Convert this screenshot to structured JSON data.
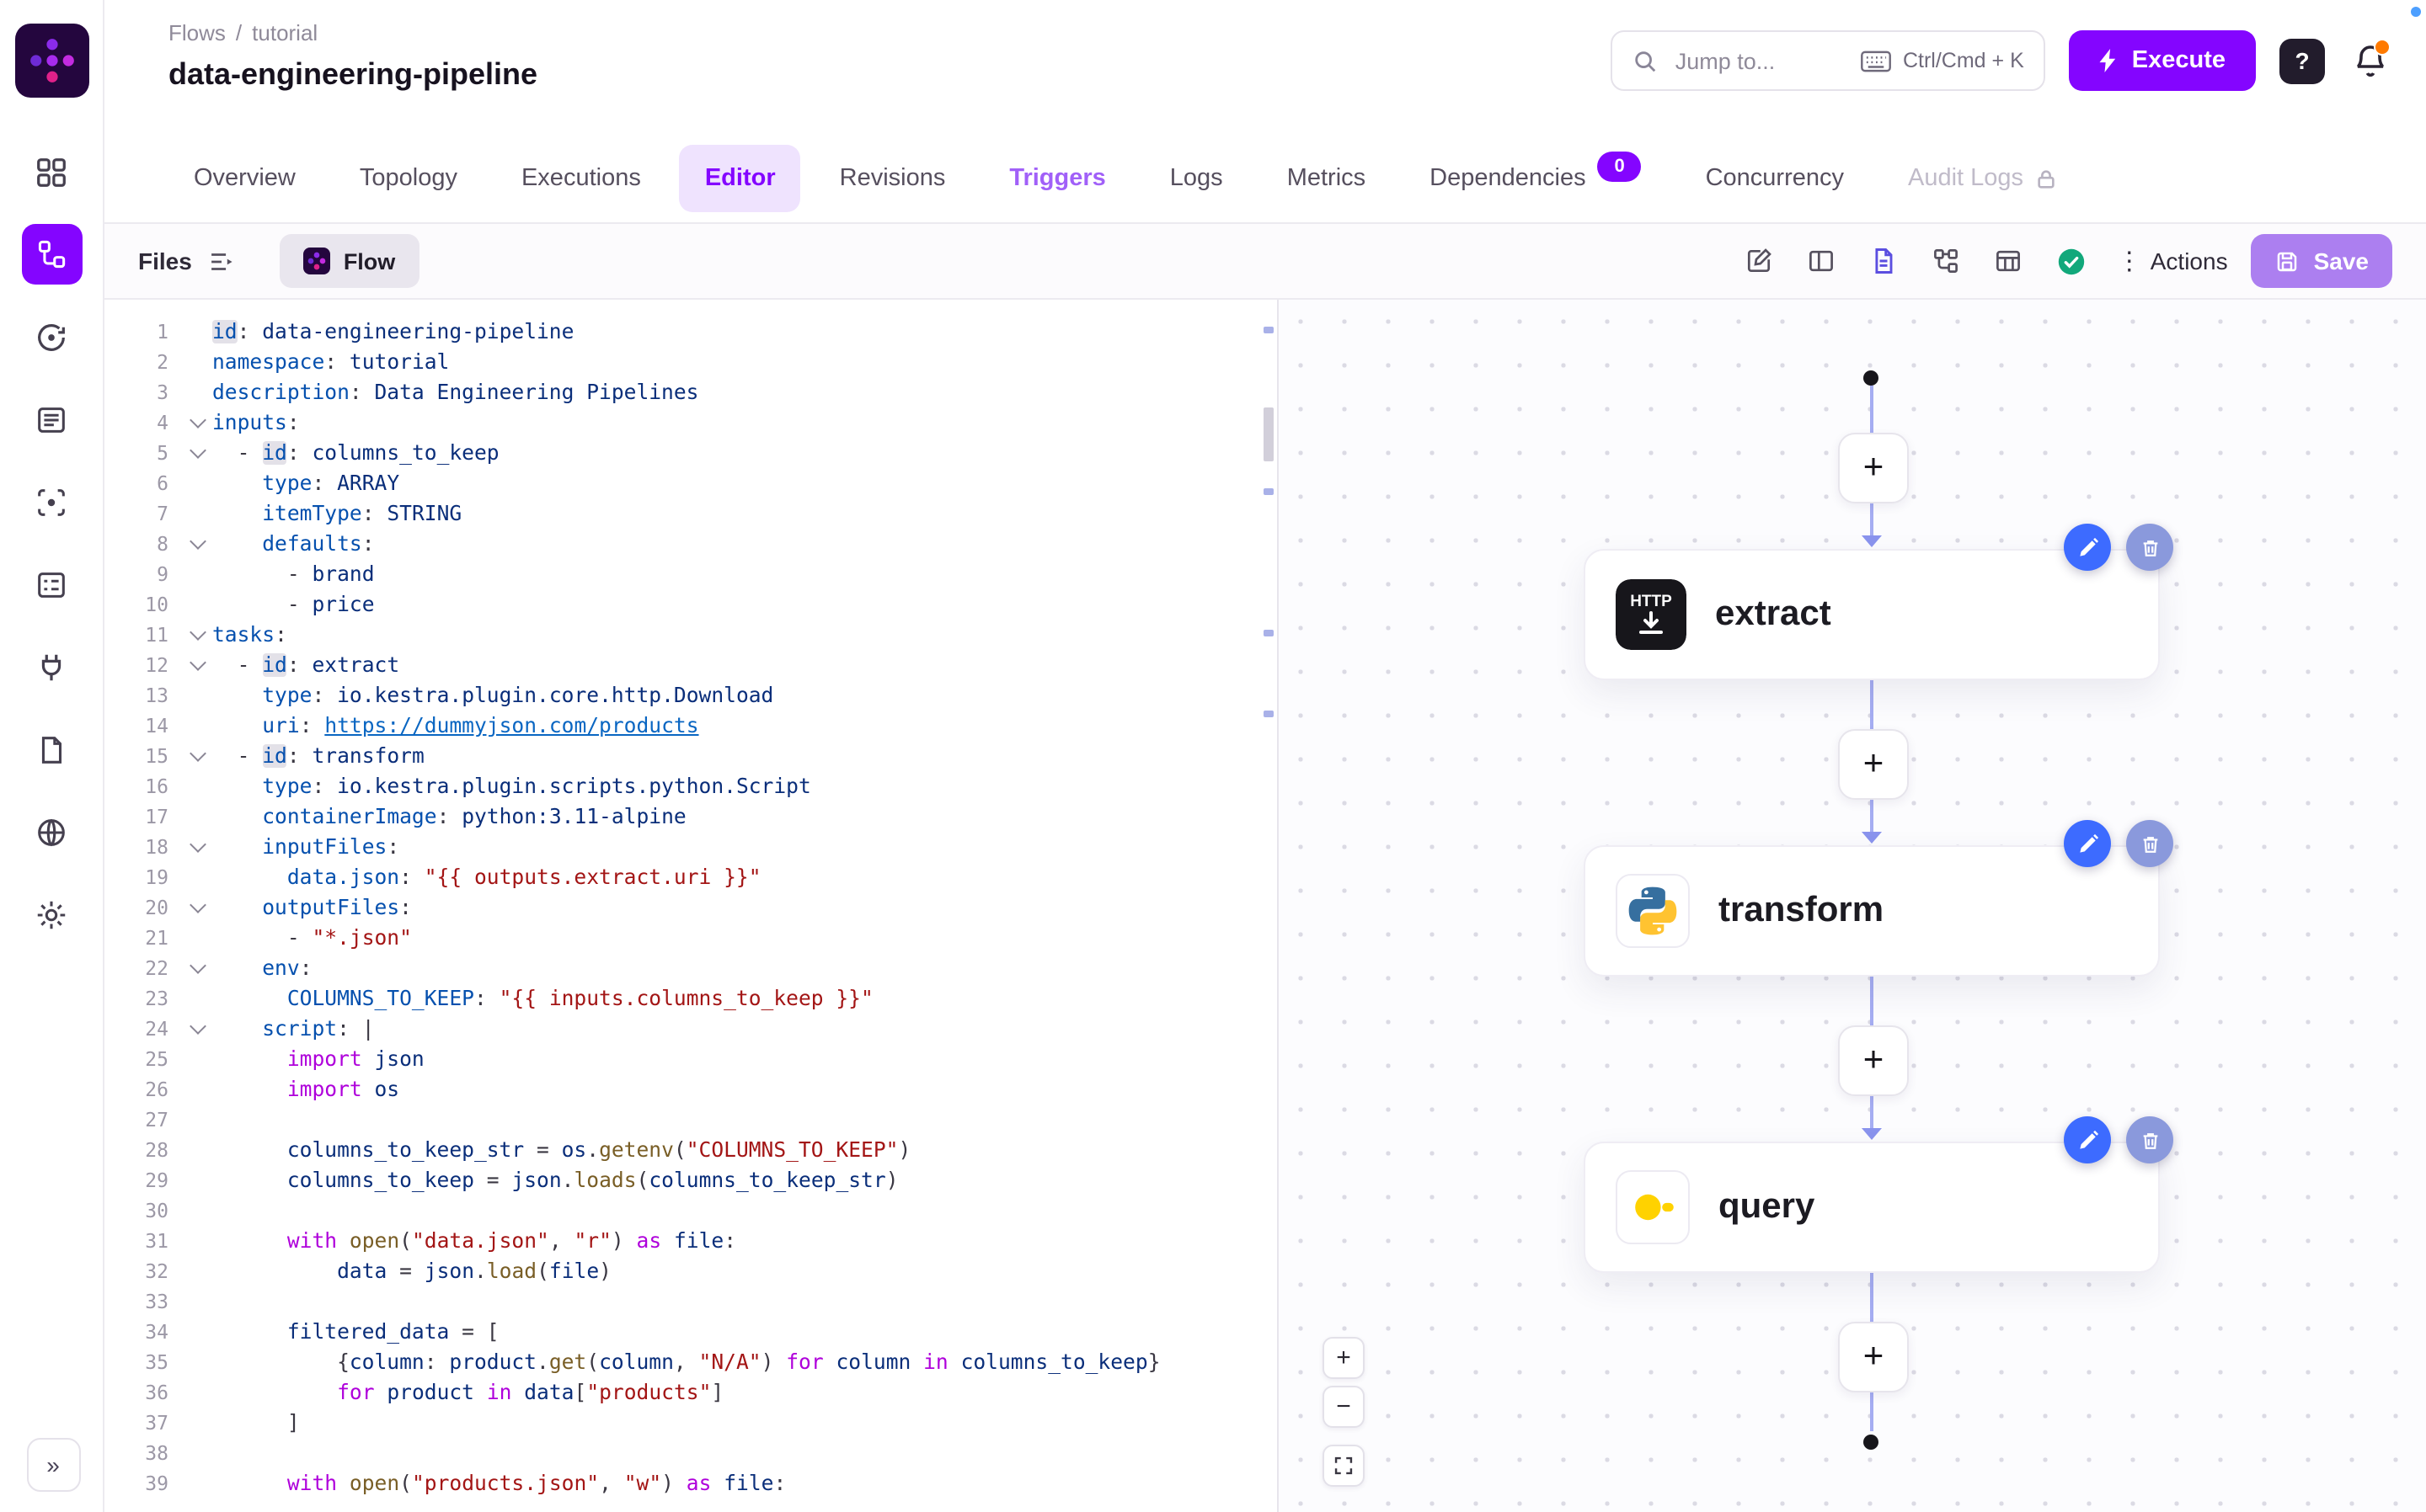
{
  "app": {
    "accent": "#8405FF"
  },
  "header": {
    "breadcrumb": [
      "Flows",
      "tutorial"
    ],
    "title": "data-engineering-pipeline",
    "search": {
      "placeholder": "Jump to...",
      "shortcut": "Ctrl/Cmd + K"
    },
    "execute_label": "Execute",
    "help_label": "?"
  },
  "sidebar": {
    "items": [
      {
        "name": "dashboard",
        "icon": "dashboard"
      },
      {
        "name": "flows",
        "icon": "flows",
        "active": true
      },
      {
        "name": "executions",
        "icon": "executions"
      },
      {
        "name": "logs",
        "icon": "logs"
      },
      {
        "name": "tests",
        "icon": "tests"
      },
      {
        "name": "namespaces",
        "icon": "namespaces"
      },
      {
        "name": "plugins",
        "icon": "plugins"
      },
      {
        "name": "docs",
        "icon": "docs"
      },
      {
        "name": "instance",
        "icon": "instance"
      },
      {
        "name": "settings",
        "icon": "settings"
      }
    ]
  },
  "tabs": [
    {
      "label": "Overview"
    },
    {
      "label": "Topology"
    },
    {
      "label": "Executions"
    },
    {
      "label": "Editor",
      "active": true
    },
    {
      "label": "Revisions"
    },
    {
      "label": "Triggers",
      "highlight": true
    },
    {
      "label": "Logs"
    },
    {
      "label": "Metrics"
    },
    {
      "label": "Dependencies",
      "badge": "0"
    },
    {
      "label": "Concurrency"
    },
    {
      "label": "Audit Logs",
      "locked": true
    }
  ],
  "toolbar": {
    "files_label": "Files",
    "flow_tab_label": "Flow",
    "actions_label": "Actions",
    "save_label": "Save",
    "icons": [
      "edit-file",
      "split-view",
      "file-active",
      "tree-view",
      "table-view",
      "valid-check"
    ]
  },
  "editor": {
    "lines": [
      {
        "n": 1,
        "t": [
          [
            "hl",
            "id"
          ],
          [
            "p",
            ": "
          ],
          [
            "v",
            "data-engineering-pipeline"
          ]
        ]
      },
      {
        "n": 2,
        "t": [
          [
            "k",
            "namespace"
          ],
          [
            "p",
            ": "
          ],
          [
            "v",
            "tutorial"
          ]
        ]
      },
      {
        "n": 3,
        "t": [
          [
            "k",
            "description"
          ],
          [
            "p",
            ": "
          ],
          [
            "v",
            "Data Engineering Pipelines"
          ]
        ]
      },
      {
        "n": 4,
        "fold": true,
        "t": [
          [
            "k",
            "inputs"
          ],
          [
            "p",
            ":"
          ]
        ]
      },
      {
        "n": 5,
        "fold": true,
        "t": [
          [
            "p",
            "  - "
          ],
          [
            "hl",
            "id"
          ],
          [
            "p",
            ": "
          ],
          [
            "v",
            "columns_to_keep"
          ]
        ]
      },
      {
        "n": 6,
        "t": [
          [
            "p",
            "    "
          ],
          [
            "k",
            "type"
          ],
          [
            "p",
            ": "
          ],
          [
            "v",
            "ARRAY"
          ]
        ]
      },
      {
        "n": 7,
        "t": [
          [
            "p",
            "    "
          ],
          [
            "k",
            "itemType"
          ],
          [
            "p",
            ": "
          ],
          [
            "v",
            "STRING"
          ]
        ]
      },
      {
        "n": 8,
        "fold": true,
        "t": [
          [
            "p",
            "    "
          ],
          [
            "k",
            "defaults"
          ],
          [
            "p",
            ":"
          ]
        ]
      },
      {
        "n": 9,
        "t": [
          [
            "p",
            "      - "
          ],
          [
            "v",
            "brand"
          ]
        ]
      },
      {
        "n": 10,
        "t": [
          [
            "p",
            "      - "
          ],
          [
            "v",
            "price"
          ]
        ]
      },
      {
        "n": 11,
        "fold": true,
        "t": [
          [
            "k",
            "tasks"
          ],
          [
            "p",
            ":"
          ]
        ]
      },
      {
        "n": 12,
        "fold": true,
        "t": [
          [
            "p",
            "  - "
          ],
          [
            "hl",
            "id"
          ],
          [
            "p",
            ": "
          ],
          [
            "v",
            "extract"
          ]
        ]
      },
      {
        "n": 13,
        "t": [
          [
            "p",
            "    "
          ],
          [
            "k",
            "type"
          ],
          [
            "p",
            ": "
          ],
          [
            "v",
            "io.kestra.plugin.core.http.Download"
          ]
        ]
      },
      {
        "n": 14,
        "t": [
          [
            "p",
            "    "
          ],
          [
            "k",
            "uri"
          ],
          [
            "p",
            ": "
          ],
          [
            "link",
            "https://dummyjson.com/products"
          ]
        ]
      },
      {
        "n": 15,
        "fold": true,
        "t": [
          [
            "p",
            "  - "
          ],
          [
            "hl",
            "id"
          ],
          [
            "p",
            ": "
          ],
          [
            "v",
            "transform"
          ]
        ]
      },
      {
        "n": 16,
        "t": [
          [
            "p",
            "    "
          ],
          [
            "k",
            "type"
          ],
          [
            "p",
            ": "
          ],
          [
            "v",
            "io.kestra.plugin.scripts.python.Script"
          ]
        ]
      },
      {
        "n": 17,
        "t": [
          [
            "p",
            "    "
          ],
          [
            "k",
            "containerImage"
          ],
          [
            "p",
            ": "
          ],
          [
            "v",
            "python:3.11-alpine"
          ]
        ]
      },
      {
        "n": 18,
        "fold": true,
        "t": [
          [
            "p",
            "    "
          ],
          [
            "k",
            "inputFiles"
          ],
          [
            "p",
            ":"
          ]
        ]
      },
      {
        "n": 19,
        "t": [
          [
            "p",
            "      "
          ],
          [
            "k",
            "data.json"
          ],
          [
            "p",
            ": "
          ],
          [
            "s",
            "\"{{ outputs.extract.uri }}\""
          ]
        ]
      },
      {
        "n": 20,
        "fold": true,
        "t": [
          [
            "p",
            "    "
          ],
          [
            "k",
            "outputFiles"
          ],
          [
            "p",
            ":"
          ]
        ]
      },
      {
        "n": 21,
        "t": [
          [
            "p",
            "      - "
          ],
          [
            "s",
            "\"*.json\""
          ]
        ]
      },
      {
        "n": 22,
        "fold": true,
        "t": [
          [
            "p",
            "    "
          ],
          [
            "k",
            "env"
          ],
          [
            "p",
            ":"
          ]
        ]
      },
      {
        "n": 23,
        "t": [
          [
            "p",
            "      "
          ],
          [
            "k",
            "COLUMNS_TO_KEEP"
          ],
          [
            "p",
            ": "
          ],
          [
            "s",
            "\"{{ inputs.columns_to_keep }}\""
          ]
        ]
      },
      {
        "n": 24,
        "fold": true,
        "t": [
          [
            "p",
            "    "
          ],
          [
            "k",
            "script"
          ],
          [
            "p",
            ": |"
          ]
        ]
      },
      {
        "n": 25,
        "t": [
          [
            "p",
            "      "
          ],
          [
            "kw",
            "import"
          ],
          [
            "p",
            " "
          ],
          [
            "v",
            "json"
          ]
        ]
      },
      {
        "n": 26,
        "t": [
          [
            "p",
            "      "
          ],
          [
            "kw",
            "import"
          ],
          [
            "p",
            " "
          ],
          [
            "v",
            "os"
          ]
        ]
      },
      {
        "n": 27,
        "t": []
      },
      {
        "n": 28,
        "t": [
          [
            "p",
            "      "
          ],
          [
            "v",
            "columns_to_keep_str"
          ],
          [
            "p",
            " = "
          ],
          [
            "v",
            "os"
          ],
          [
            "p",
            "."
          ],
          [
            "fn",
            "getenv"
          ],
          [
            "p",
            "("
          ],
          [
            "s",
            "\"COLUMNS_TO_KEEP\""
          ],
          [
            "p",
            ")"
          ]
        ]
      },
      {
        "n": 29,
        "t": [
          [
            "p",
            "      "
          ],
          [
            "v",
            "columns_to_keep"
          ],
          [
            "p",
            " = "
          ],
          [
            "v",
            "json"
          ],
          [
            "p",
            "."
          ],
          [
            "fn",
            "loads"
          ],
          [
            "p",
            "("
          ],
          [
            "v",
            "columns_to_keep_str"
          ],
          [
            "p",
            ")"
          ]
        ]
      },
      {
        "n": 30,
        "t": []
      },
      {
        "n": 31,
        "t": [
          [
            "p",
            "      "
          ],
          [
            "kw",
            "with"
          ],
          [
            "p",
            " "
          ],
          [
            "fn",
            "open"
          ],
          [
            "p",
            "("
          ],
          [
            "s",
            "\"data.json\""
          ],
          [
            "p",
            ", "
          ],
          [
            "s",
            "\"r\""
          ],
          [
            "p",
            ") "
          ],
          [
            "kw",
            "as"
          ],
          [
            "p",
            " "
          ],
          [
            "v",
            "file"
          ],
          [
            "p",
            ":"
          ]
        ]
      },
      {
        "n": 32,
        "t": [
          [
            "p",
            "          "
          ],
          [
            "v",
            "data"
          ],
          [
            "p",
            " = "
          ],
          [
            "v",
            "json"
          ],
          [
            "p",
            "."
          ],
          [
            "fn",
            "load"
          ],
          [
            "p",
            "("
          ],
          [
            "v",
            "file"
          ],
          [
            "p",
            ")"
          ]
        ]
      },
      {
        "n": 33,
        "t": []
      },
      {
        "n": 34,
        "t": [
          [
            "p",
            "      "
          ],
          [
            "v",
            "filtered_data"
          ],
          [
            "p",
            " = ["
          ]
        ]
      },
      {
        "n": 35,
        "t": [
          [
            "p",
            "          {"
          ],
          [
            "v",
            "column"
          ],
          [
            "p",
            ": "
          ],
          [
            "v",
            "product"
          ],
          [
            "p",
            "."
          ],
          [
            "fn",
            "get"
          ],
          [
            "p",
            "("
          ],
          [
            "v",
            "column"
          ],
          [
            "p",
            ", "
          ],
          [
            "s",
            "\"N/A\""
          ],
          [
            "p",
            ") "
          ],
          [
            "kw",
            "for"
          ],
          [
            "p",
            " "
          ],
          [
            "v",
            "column"
          ],
          [
            "p",
            " "
          ],
          [
            "kw",
            "in"
          ],
          [
            "p",
            " "
          ],
          [
            "v",
            "columns_to_keep"
          ],
          [
            "p",
            "}"
          ]
        ]
      },
      {
        "n": 36,
        "t": [
          [
            "p",
            "          "
          ],
          [
            "kw",
            "for"
          ],
          [
            "p",
            " "
          ],
          [
            "v",
            "product"
          ],
          [
            "p",
            " "
          ],
          [
            "kw",
            "in"
          ],
          [
            "p",
            " "
          ],
          [
            "v",
            "data"
          ],
          [
            "p",
            "["
          ],
          [
            "s",
            "\"products\""
          ],
          [
            "p",
            "]"
          ]
        ]
      },
      {
        "n": 37,
        "t": [
          [
            "p",
            "      ]"
          ]
        ]
      },
      {
        "n": 38,
        "t": []
      },
      {
        "n": 39,
        "t": [
          [
            "p",
            "      "
          ],
          [
            "kw",
            "with"
          ],
          [
            "p",
            " "
          ],
          [
            "fn",
            "open"
          ],
          [
            "p",
            "("
          ],
          [
            "s",
            "\"products.json\""
          ],
          [
            "p",
            ", "
          ],
          [
            "s",
            "\"w\""
          ],
          [
            "p",
            ") "
          ],
          [
            "kw",
            "as"
          ],
          [
            "p",
            " "
          ],
          [
            "v",
            "file"
          ],
          [
            "p",
            ":"
          ]
        ]
      }
    ]
  },
  "topology": {
    "nodes": [
      {
        "id": "extract",
        "label": "extract",
        "icon": "http-download"
      },
      {
        "id": "transform",
        "label": "transform",
        "icon": "python"
      },
      {
        "id": "query",
        "label": "query",
        "icon": "duckdb"
      }
    ],
    "add_label": "+",
    "zoom_in": "+",
    "zoom_out": "−"
  }
}
